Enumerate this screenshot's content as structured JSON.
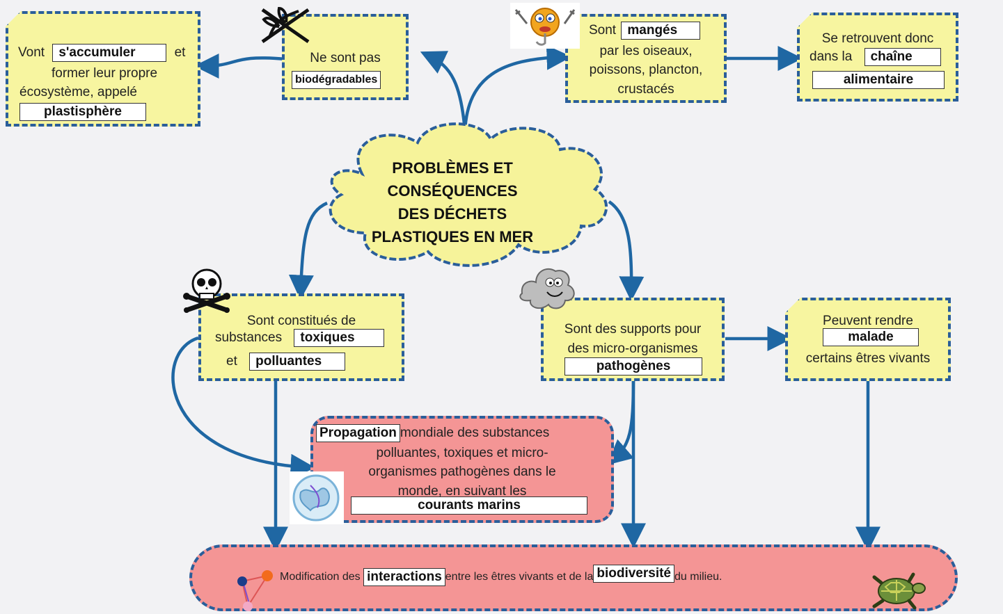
{
  "title_lines": [
    "PROBLÈMES ET",
    "CONSÉQUENCES",
    "DES DÉCHETS",
    "PLASTIQUES EN MER"
  ],
  "accumuler": {
    "pre": "Vont",
    "kw": "s'accumuler",
    "mid": "et",
    "line2": "former leur propre",
    "line3": "écosystème, appelé",
    "kw2": "plastisphère"
  },
  "biodeg": {
    "line1": "Ne sont  pas",
    "kw": "biodégradables"
  },
  "manges": {
    "pre": "Sont",
    "kw": "mangés",
    "line2": "par les oiseaux,",
    "line3": "poissons, plancton,",
    "line4": "crustacés"
  },
  "chaine": {
    "line1": "Se retrouvent donc",
    "pre": "dans la",
    "kw": "chaîne",
    "kw2": "alimentaire"
  },
  "toxiques": {
    "line1": "Sont constitués de",
    "pre": "substances",
    "kw": "toxiques",
    "pre2": "et",
    "kw2": "polluantes"
  },
  "pathogenes": {
    "line1": "Sont des supports pour",
    "line2": "des micro-organismes",
    "kw": "pathogènes"
  },
  "malade": {
    "line1": "Peuvent rendre",
    "kw": "malade",
    "line3": "certains êtres vivants"
  },
  "propagation": {
    "kw": "Propagation",
    "line1": "mondiale des substances",
    "line2": "polluantes, toxiques et micro-",
    "line3": "organismes pathogènes dans le",
    "line4": "monde, en suivant les",
    "kw2": "courants marins"
  },
  "modification": {
    "pre": "Modification des",
    "kw": "interactions",
    "mid": "entre les êtres vivants et de la",
    "kw2": "biodiversité",
    "post": "du milieu."
  },
  "colors": {
    "box_fill": "#f7f5a0",
    "border": "#2a5e9a",
    "pink": "#f49595",
    "arrow": "#1f67a3",
    "cloud": "#f6f39a"
  }
}
